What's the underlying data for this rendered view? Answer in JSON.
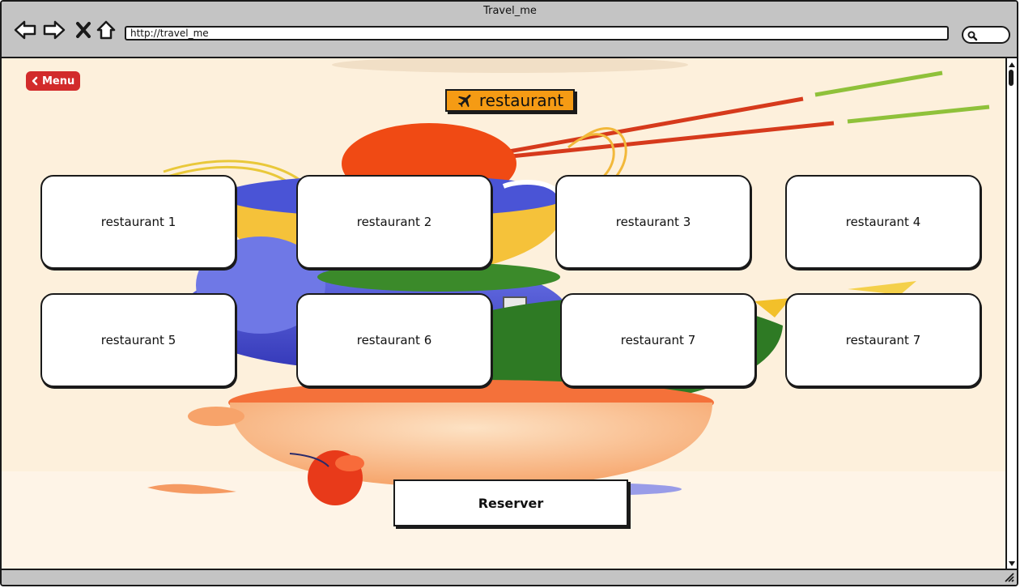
{
  "window": {
    "title": "Travel_me"
  },
  "toolbar": {
    "url": "http://travel_me",
    "icons": [
      "back-arrow-icon",
      "forward-arrow-icon",
      "close-icon",
      "home-icon",
      "search-icon"
    ]
  },
  "page": {
    "menu_label": "Menu",
    "heading": "restaurant",
    "heading_icon": "airplane-icon",
    "restaurants": [
      "restaurant 1",
      "restaurant 2",
      "restaurant 3",
      "restaurant 4",
      "restaurant 5",
      "restaurant 6",
      "restaurant 7",
      "restaurant 7"
    ],
    "reserve_label": "Reserver"
  },
  "colors": {
    "chrome": "#c4c4c4",
    "background": "#fdf0dc",
    "menu_button": "#d22b2b",
    "heading_badge": "#f59b14"
  }
}
